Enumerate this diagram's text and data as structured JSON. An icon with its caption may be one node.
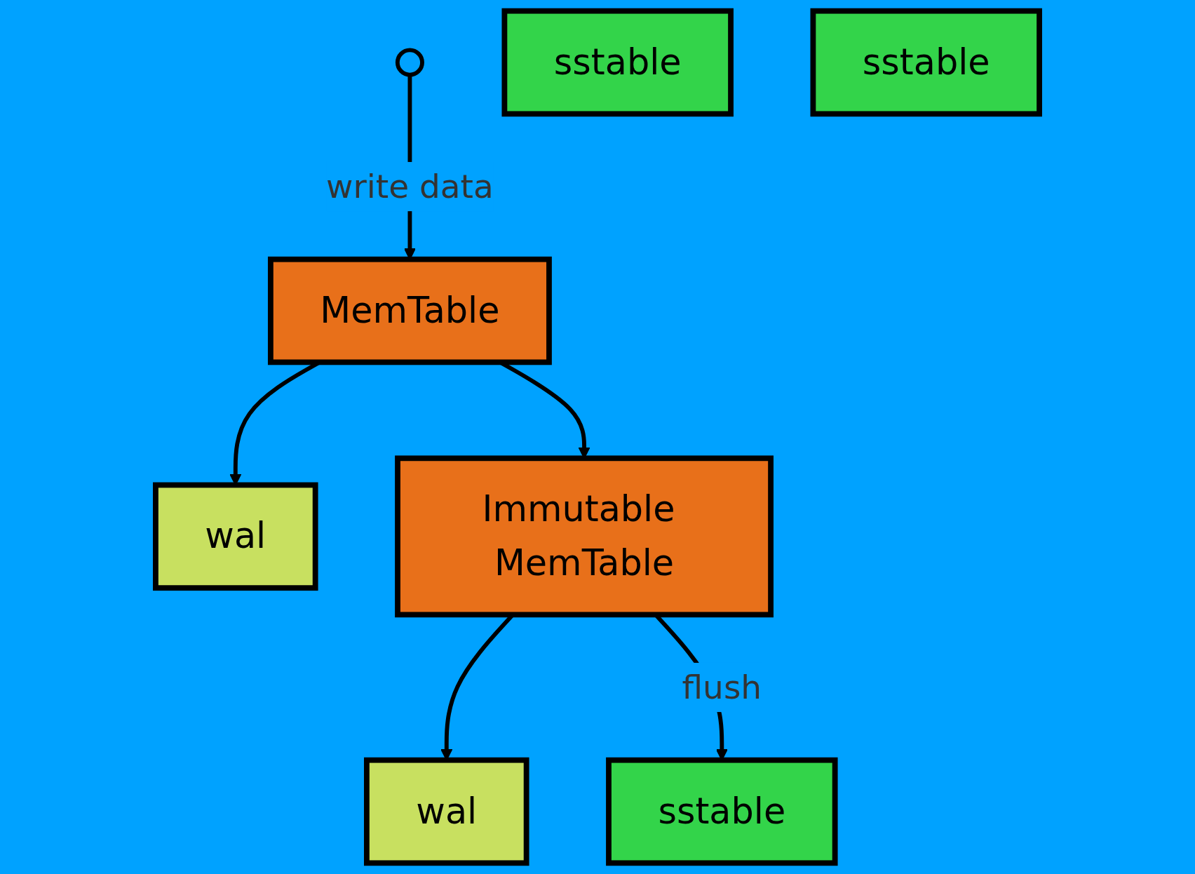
{
  "diagram": {
    "nodes": [
      {
        "text": [],
        "shape": "person"
      },
      {
        "text": [
          "MemTable"
        ]
      },
      {
        "text": [
          "wal"
        ]
      },
      {
        "text": [
          "Immutable MemTable"
        ]
      },
      {
        "text": [
          "wal"
        ]
      },
      {
        "text": [
          "sstable"
        ]
      },
      {
        "text": [
          "sstable"
        ]
      },
      {
        "text": [
          "sstable"
        ]
      }
    ],
    "edges": [
      {
        "from": 0,
        "to": 1,
        "arrow": "to",
        "label": "write data"
      },
      {
        "from": 1,
        "to": 2,
        "arrow": "to"
      },
      {
        "from": 1,
        "to": 3,
        "arrow": "to"
      },
      {
        "from": 3,
        "to": 4,
        "arrow": "to"
      },
      {
        "from": 3,
        "to": 5,
        "arrow": "to",
        "label": "flush"
      }
    ]
  }
}
